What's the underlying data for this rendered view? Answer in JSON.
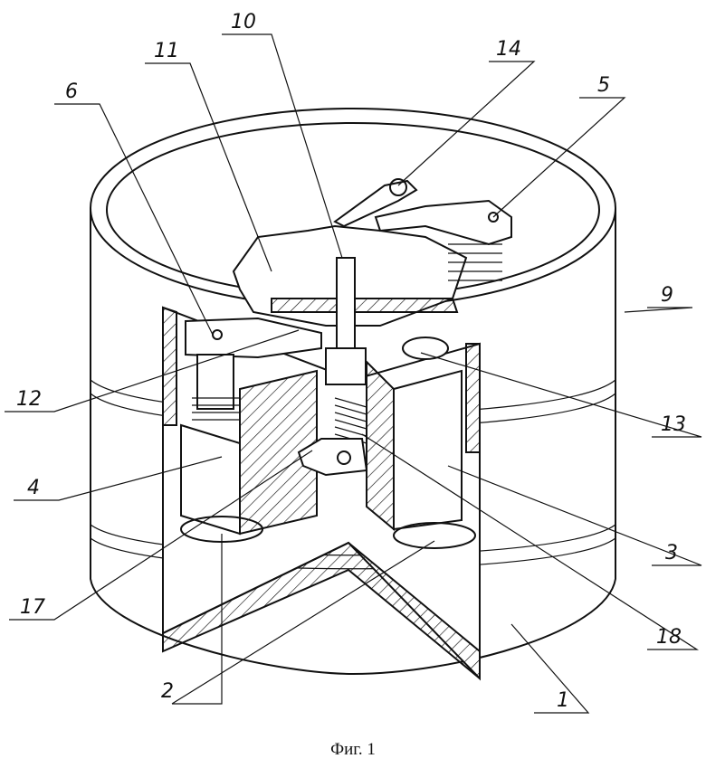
{
  "figure": {
    "caption": "Фиг. 1",
    "labels": {
      "l1": "1",
      "l2": "2",
      "l3": "3",
      "l4": "4",
      "l5": "5",
      "l6": "6",
      "l9": "9",
      "l10": "10",
      "l11": "11",
      "l12": "12",
      "l13": "13",
      "l14": "14",
      "l17": "17",
      "l18": "18"
    }
  }
}
